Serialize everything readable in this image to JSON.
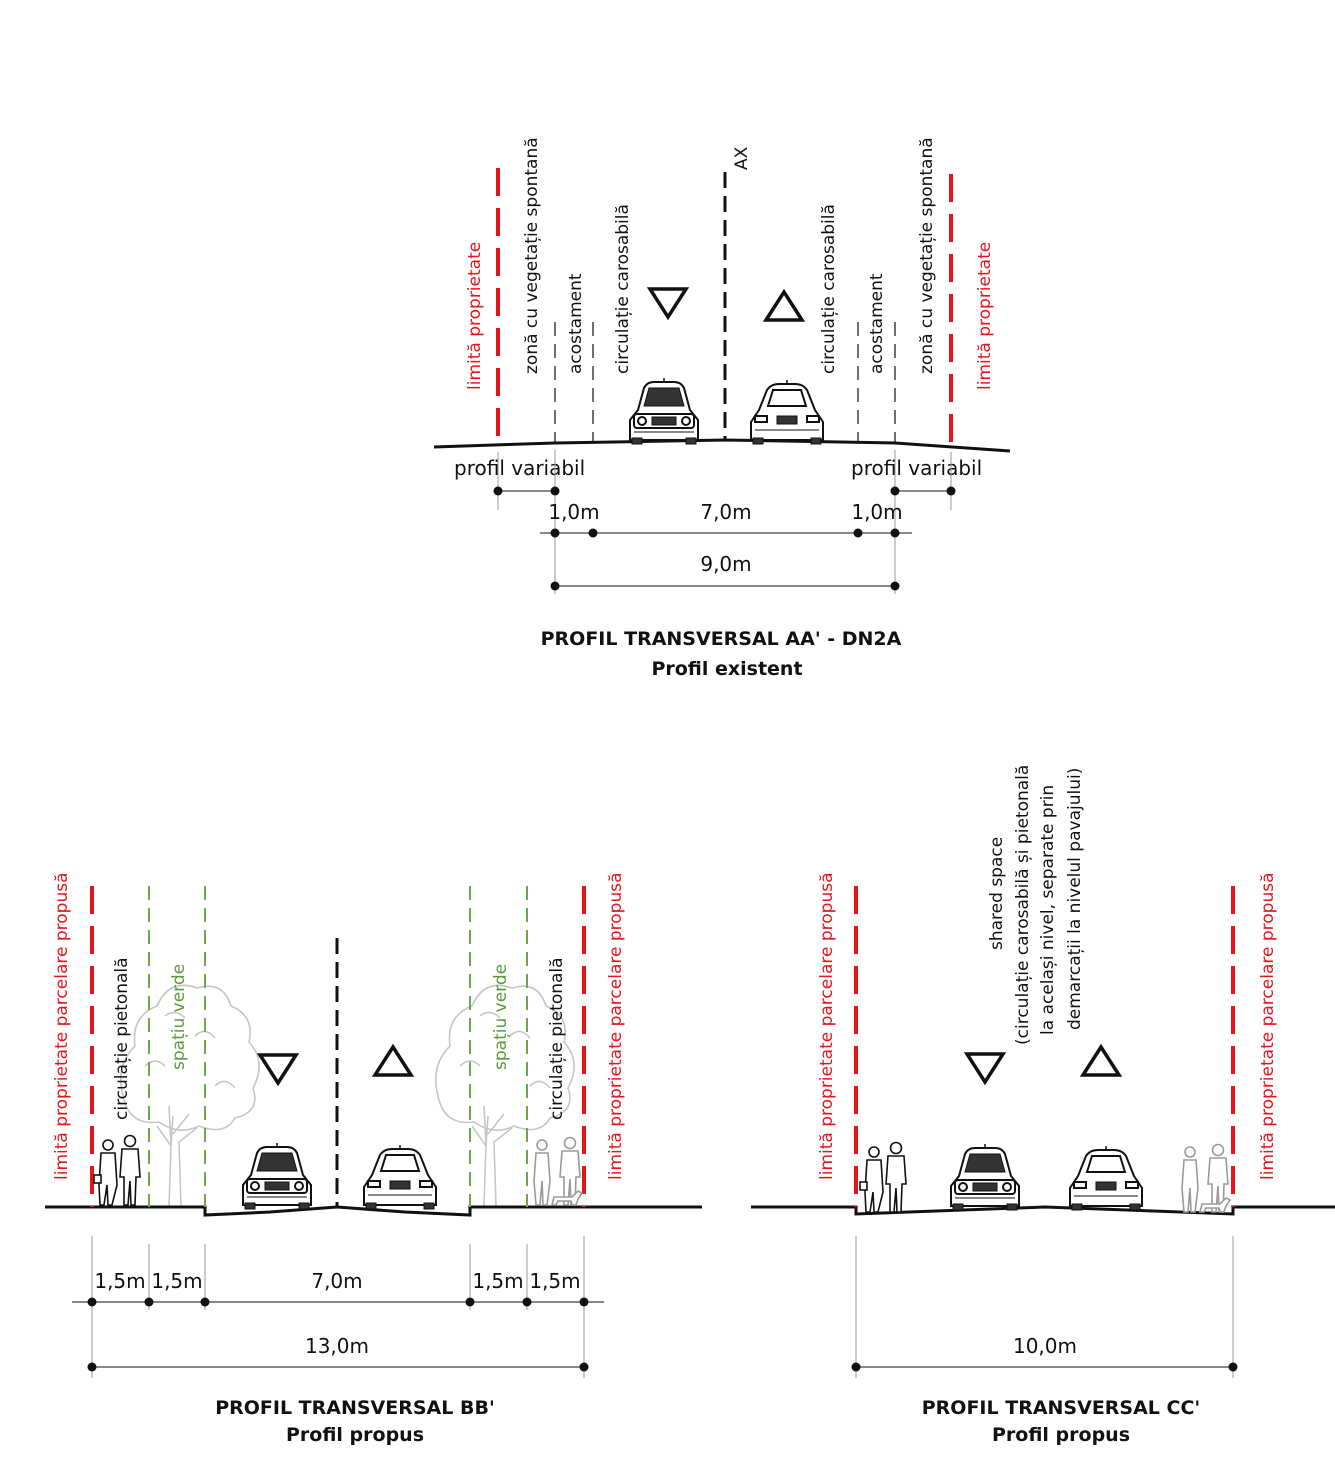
{
  "profiles": {
    "aa": {
      "title": "PROFIL TRANSVERSAL AA' - DN2A",
      "subtitle": "Profil existent",
      "labels": {
        "limit_left": "limită proprietate",
        "limit_right": "limită proprietate",
        "veg_left": "zonă cu vegetație spontană",
        "veg_right": "zonă cu vegetație spontană",
        "shoulder_left": "acostament",
        "shoulder_right": "acostament",
        "road_left": "circulație carosabilă",
        "road_right": "circulație carosabilă",
        "axis": "AX",
        "variable_left": "profil variabil",
        "variable_right": "profil variabil"
      },
      "dims": {
        "shoulder_left": "1,0m",
        "road": "7,0m",
        "shoulder_right": "1,0m",
        "total": "9,0m"
      }
    },
    "bb": {
      "title": "PROFIL TRANSVERSAL BB'",
      "subtitle": "Profil propus",
      "labels": {
        "limit_left": "limită proprietate parcelare propusă",
        "limit_right": "limită proprietate parcelare propusă",
        "ped_left": "circulație pietonală",
        "ped_right": "circulație pietonală",
        "green_left": "spațiu verde",
        "green_right": "spațiu verde"
      },
      "dims": {
        "ped_left": "1,5m",
        "green_left": "1,5m",
        "road": "7,0m",
        "green_right": "1,5m",
        "ped_right": "1,5m",
        "total": "13,0m"
      }
    },
    "cc": {
      "title": "PROFIL TRANSVERSAL CC'",
      "subtitle": "Profil propus",
      "labels": {
        "limit_left": "limită proprietate parcelare propusă",
        "limit_right": "limită proprietate parcelare propusă",
        "shared_line1": "shared space",
        "shared_line2": "(circulație carosabilă și pietonală",
        "shared_line3": "la același nivel, separate prin",
        "shared_line4": "demarcații la nivelul pavajului)"
      },
      "dims": {
        "total": "10,0m"
      }
    }
  },
  "symbols": {
    "direction_down": "triangle-down-icon",
    "direction_up": "triangle-up-icon",
    "vehicle_front": "car-front-icon",
    "vehicle_rear": "car-rear-icon",
    "pedestrians": "pedestrians-icon",
    "tree": "tree-icon"
  },
  "colors": {
    "property_limit": "#e8141b",
    "green_space": "#5a9c3a",
    "line": "#111111"
  }
}
